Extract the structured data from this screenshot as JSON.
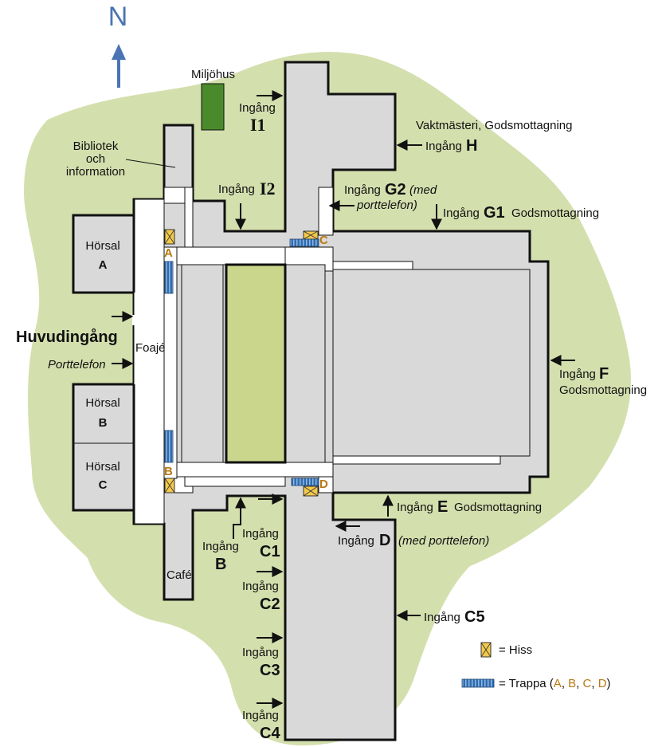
{
  "compass": {
    "letter": "N",
    "color": "#4a74b4"
  },
  "colors": {
    "grass": "#d4dfae",
    "building": "#d9d9d9",
    "courtyard": "#c9d68c",
    "miljohus": "#4b8a2c",
    "elevator": "#f2c94c",
    "stairs": "#2f6db0",
    "accent_letters": "#b8790f"
  },
  "labels": {
    "miljohus": "Miljöhus",
    "bibliotek": [
      "Bibliotek",
      "och",
      "information"
    ],
    "horsal_a": [
      "Hörsal",
      "A"
    ],
    "horsal_b": [
      "Hörsal",
      "B"
    ],
    "horsal_c": [
      "Hörsal",
      "C"
    ],
    "huvudingang": "Huvudingång",
    "porttelefon": "Porttelefon",
    "foaje": "Foajé",
    "cafe": "Café",
    "vaktmasteri": "Vaktmästeri, Godsmottagning"
  },
  "entrances": {
    "ingang": "Ingång",
    "i1": "I1",
    "i2": "I2",
    "h": "H",
    "g2": "G2",
    "g2_note_1": "(med",
    "g2_note_2": "porttelefon)",
    "g1": "G1",
    "godsmottagning": "Godsmottagning",
    "f": "F",
    "e": "E",
    "d": "D",
    "d_note": "(med porttelefon)",
    "b": "B",
    "c1": "C1",
    "c2": "C2",
    "c3": "C3",
    "c4": "C4",
    "c5": "C5"
  },
  "markers": {
    "a": "A",
    "b": "B",
    "c": "C",
    "d": "D"
  },
  "legend": {
    "hiss": "= Hiss",
    "trappa_prefix": "= Trappa (",
    "a": "A",
    "sep": ", ",
    "b": "B",
    "c": "C",
    "d": "D",
    "suffix": ")"
  }
}
